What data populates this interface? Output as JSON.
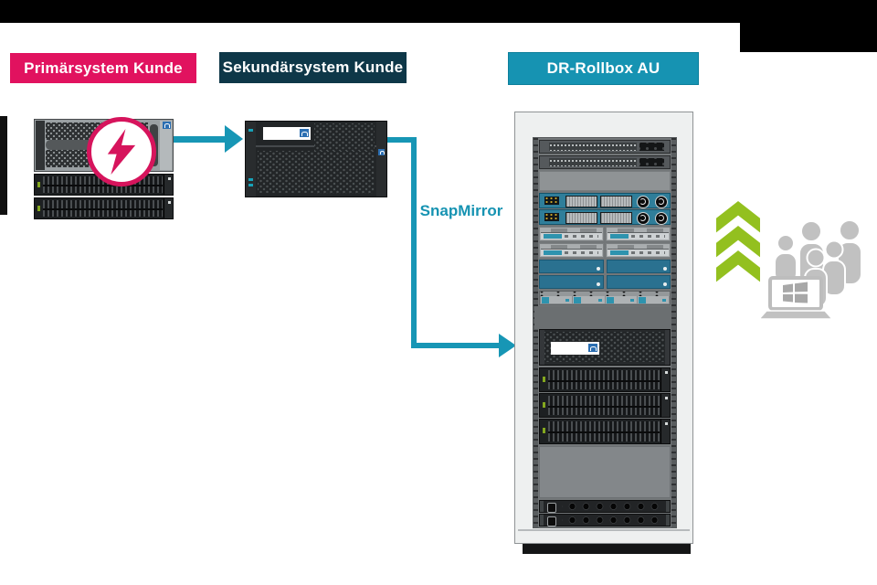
{
  "diagram": {
    "nodes": [
      {
        "id": "primary",
        "label": "Primärsystem Kunde",
        "color": "#e1125f"
      },
      {
        "id": "secondary",
        "label": "Sekundärsystem Kunde",
        "color": "#0e3748"
      },
      {
        "id": "dr_rollbox",
        "label": "DR-Rollbox AU",
        "color": "#1693b2"
      }
    ],
    "edges": [
      {
        "from": "primary",
        "to": "secondary",
        "label": ""
      },
      {
        "from": "secondary",
        "to": "dr_rollbox",
        "label": "SnapMirror"
      }
    ]
  },
  "icons": {
    "flash": "lightning-bolt",
    "chevrons": "triple-up-chevron",
    "people": "user-group-with-laptop",
    "vendor_logo": "netapp-logo"
  },
  "colors": {
    "top_bar": "#000000",
    "primary_label_bg": "#e1125f",
    "secondary_label_bg": "#0e3748",
    "rollbox_label_bg": "#1693b2",
    "arrow_teal": "#1796b5",
    "snapmirror_text": "#1693b2",
    "flash_pink": "#d6145c",
    "chevron_green": "#93c01f",
    "people_gray": "#c1c1c1"
  }
}
